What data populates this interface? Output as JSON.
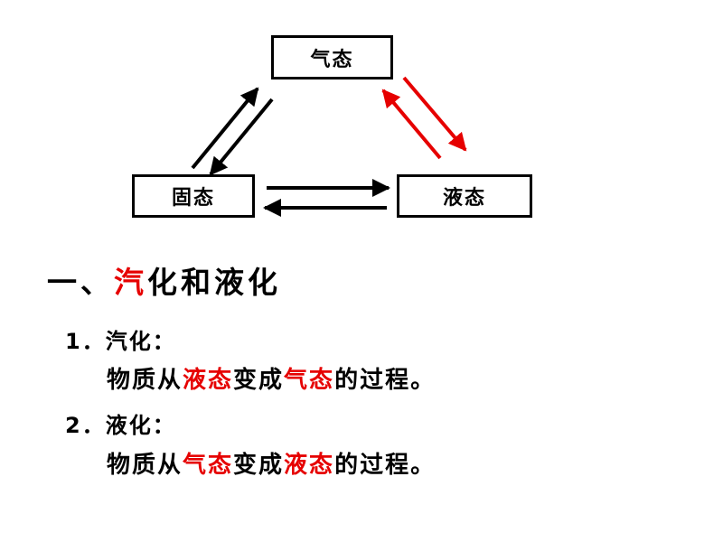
{
  "diagram": {
    "gas_label": "气态",
    "solid_label": "固态",
    "liquid_label": "液态",
    "colors": {
      "default_arrow": "#000000",
      "highlight_arrow": "#e60000"
    }
  },
  "heading": {
    "number": "一、",
    "red_char": "汽",
    "rest": "化和液化"
  },
  "items": [
    {
      "title": "1．汽化：",
      "def_prefix": "物质从",
      "def_from": "液态",
      "def_mid": "变成",
      "def_to": "气态",
      "def_suffix": "的过程。"
    },
    {
      "title": "2．液化：",
      "def_prefix": "物质从",
      "def_from": "气态",
      "def_mid": "变成",
      "def_to": "液态",
      "def_suffix": "的过程。"
    }
  ],
  "highlight_color": "#e60000"
}
